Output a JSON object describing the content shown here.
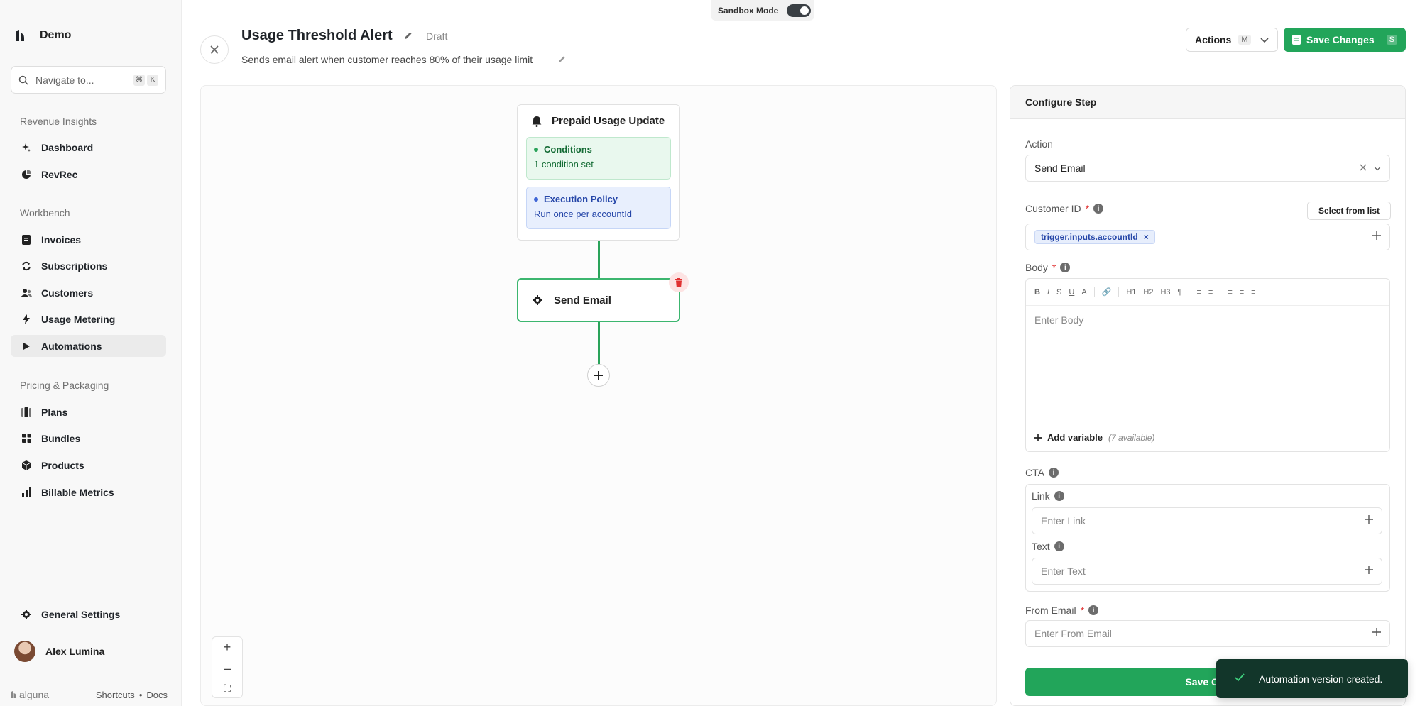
{
  "app": {
    "workspace": "Demo"
  },
  "sidebar": {
    "search": {
      "label": "Navigate to...",
      "keys": [
        "⌘",
        "K"
      ]
    },
    "sections": [
      {
        "title": "Revenue Insights",
        "items": [
          {
            "label": "Dashboard",
            "icon": "sparkle-icon"
          },
          {
            "label": "RevRec",
            "icon": "pie-chart-icon"
          }
        ]
      },
      {
        "title": "Workbench",
        "items": [
          {
            "label": "Invoices",
            "icon": "invoice-icon"
          },
          {
            "label": "Subscriptions",
            "icon": "refresh-icon"
          },
          {
            "label": "Customers",
            "icon": "users-icon"
          },
          {
            "label": "Usage Metering",
            "icon": "bolt-icon"
          },
          {
            "label": "Automations",
            "icon": "play-icon",
            "active": true
          }
        ]
      },
      {
        "title": "Pricing & Packaging",
        "items": [
          {
            "label": "Plans",
            "icon": "columns-icon"
          },
          {
            "label": "Bundles",
            "icon": "grid-icon"
          },
          {
            "label": "Products",
            "icon": "box-icon"
          },
          {
            "label": "Billable Metrics",
            "icon": "bar-chart-icon"
          }
        ]
      }
    ],
    "settings": "General Settings",
    "user": "Alex Lumina",
    "footer": {
      "logo": "alguna",
      "shortcuts": "Shortcuts",
      "bullet": "•",
      "docs": "Docs"
    }
  },
  "header": {
    "sandbox": "Sandbox Mode",
    "title": "Usage Threshold Alert",
    "status": "Draft",
    "subtitle": "Sends email alert when customer reaches 80% of their usage limit",
    "actions": {
      "label": "Actions",
      "key": "M"
    },
    "save": {
      "label": "Save Changes",
      "key": "S"
    }
  },
  "canvas": {
    "trigger": {
      "title": "Prepaid Usage Update",
      "conditions": {
        "title": "Conditions",
        "detail": "1 condition set"
      },
      "policy": {
        "title": "Execution Policy",
        "detail": "Run once per accountId"
      }
    },
    "step": {
      "title": "Send Email"
    },
    "zoom": {
      "in": "+",
      "out": "–",
      "fit": "⛶"
    }
  },
  "config": {
    "title": "Configure Step",
    "action": {
      "label": "Action",
      "value": "Send Email"
    },
    "customer_id": {
      "label": "Customer ID",
      "select_btn": "Select from list",
      "tag": "trigger.inputs.accountId"
    },
    "body": {
      "label": "Body",
      "placeholder": "Enter Body",
      "toolbar": [
        "B",
        "I",
        "S",
        "U",
        "A",
        "🔗",
        "H1",
        "H2",
        "H3",
        "¶",
        "≡",
        "≡",
        "≡",
        "≡",
        "≡"
      ],
      "add_variable": "Add variable",
      "available": "(7 available)"
    },
    "cta": {
      "label": "CTA",
      "link": {
        "label": "Link",
        "placeholder": "Enter Link"
      },
      "text": {
        "label": "Text",
        "placeholder": "Enter Text"
      }
    },
    "from_email": {
      "label": "From Email",
      "placeholder": "Enter From Email"
    },
    "save_button": "Save Cha"
  },
  "toast": {
    "message": "Automation version created."
  },
  "colors": {
    "accent": "#22a55a",
    "toast": "#12362a"
  }
}
